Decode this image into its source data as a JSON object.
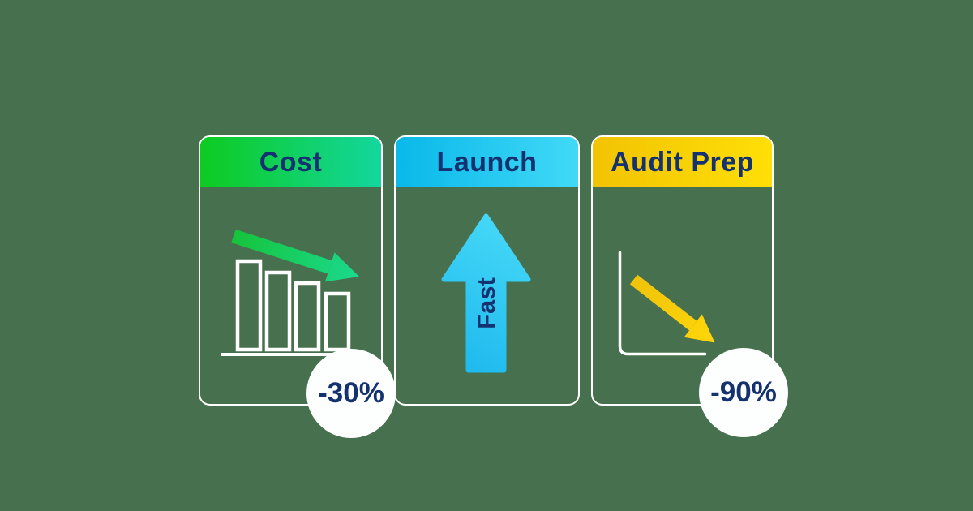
{
  "canvas": {
    "background_color": "#47714E",
    "title_text_color": "#14326F",
    "card_border_color": "#FFFFFF",
    "badge_background_color": "#FDFEFE"
  },
  "cards": [
    {
      "id": "cost",
      "title": "Cost",
      "badge": "-30%",
      "header_gradient": [
        "#0DCB20",
        "#13D69E"
      ],
      "arrow_gradient": [
        "#15C43B",
        "#1BD98E"
      ],
      "illustration": "declining-bar-chart-with-downward-trend-arrow"
    },
    {
      "id": "launch",
      "title": "Launch",
      "arrow_label": "Fast",
      "header_gradient": [
        "#09B8E9",
        "#41D9F7"
      ],
      "arrow_gradient": [
        "#1CB7ED",
        "#49DBF8"
      ],
      "illustration": "upward-arrow"
    },
    {
      "id": "audit_prep",
      "title": "Audit Prep",
      "badge": "-90%",
      "header_gradient": [
        "#F2C303",
        "#FFDF07"
      ],
      "arrow_gradient": [
        "#EFC30A",
        "#FFD60A"
      ],
      "illustration": "axis-with-downward-trend-arrow"
    }
  ]
}
